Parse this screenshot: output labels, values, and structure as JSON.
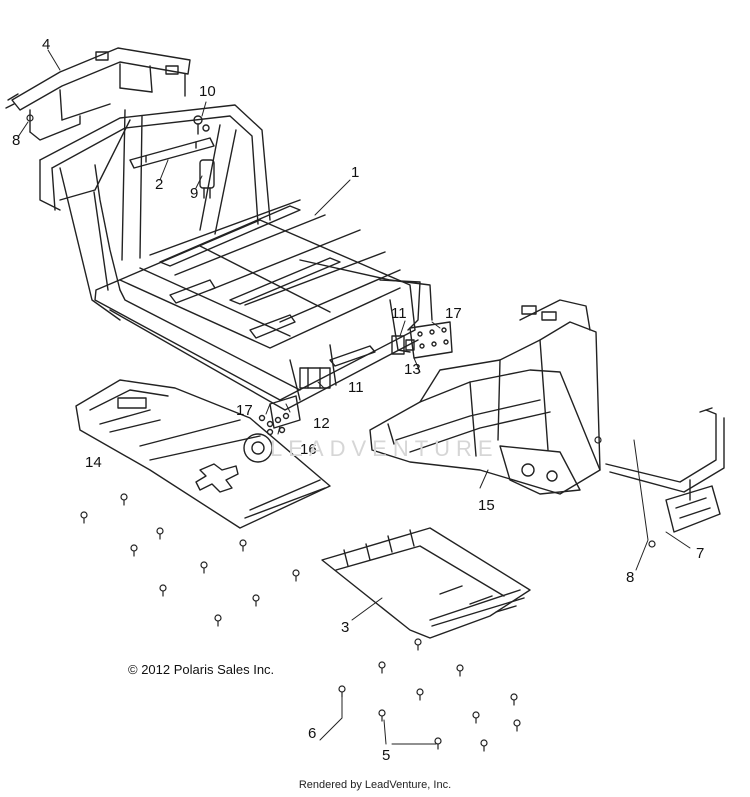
{
  "callouts": [
    {
      "id": "c1",
      "label": "1"
    },
    {
      "id": "c2",
      "label": "2"
    },
    {
      "id": "c3",
      "label": "3"
    },
    {
      "id": "c4",
      "label": "4"
    },
    {
      "id": "c5",
      "label": "5"
    },
    {
      "id": "c6",
      "label": "6"
    },
    {
      "id": "c7",
      "label": "7"
    },
    {
      "id": "c8a",
      "label": "8"
    },
    {
      "id": "c8b",
      "label": "8"
    },
    {
      "id": "c9",
      "label": "9"
    },
    {
      "id": "c10",
      "label": "10"
    },
    {
      "id": "c11a",
      "label": "11"
    },
    {
      "id": "c11b",
      "label": "11"
    },
    {
      "id": "c12",
      "label": "12"
    },
    {
      "id": "c13",
      "label": "13"
    },
    {
      "id": "c14",
      "label": "14"
    },
    {
      "id": "c15",
      "label": "15"
    },
    {
      "id": "c16",
      "label": "16"
    },
    {
      "id": "c17a",
      "label": "17"
    },
    {
      "id": "c17b",
      "label": "17"
    }
  ],
  "copyright": "© 2012 Polaris Sales Inc.",
  "watermark": "LEADVENTURE",
  "footer": "Rendered by LeadVenture, Inc."
}
